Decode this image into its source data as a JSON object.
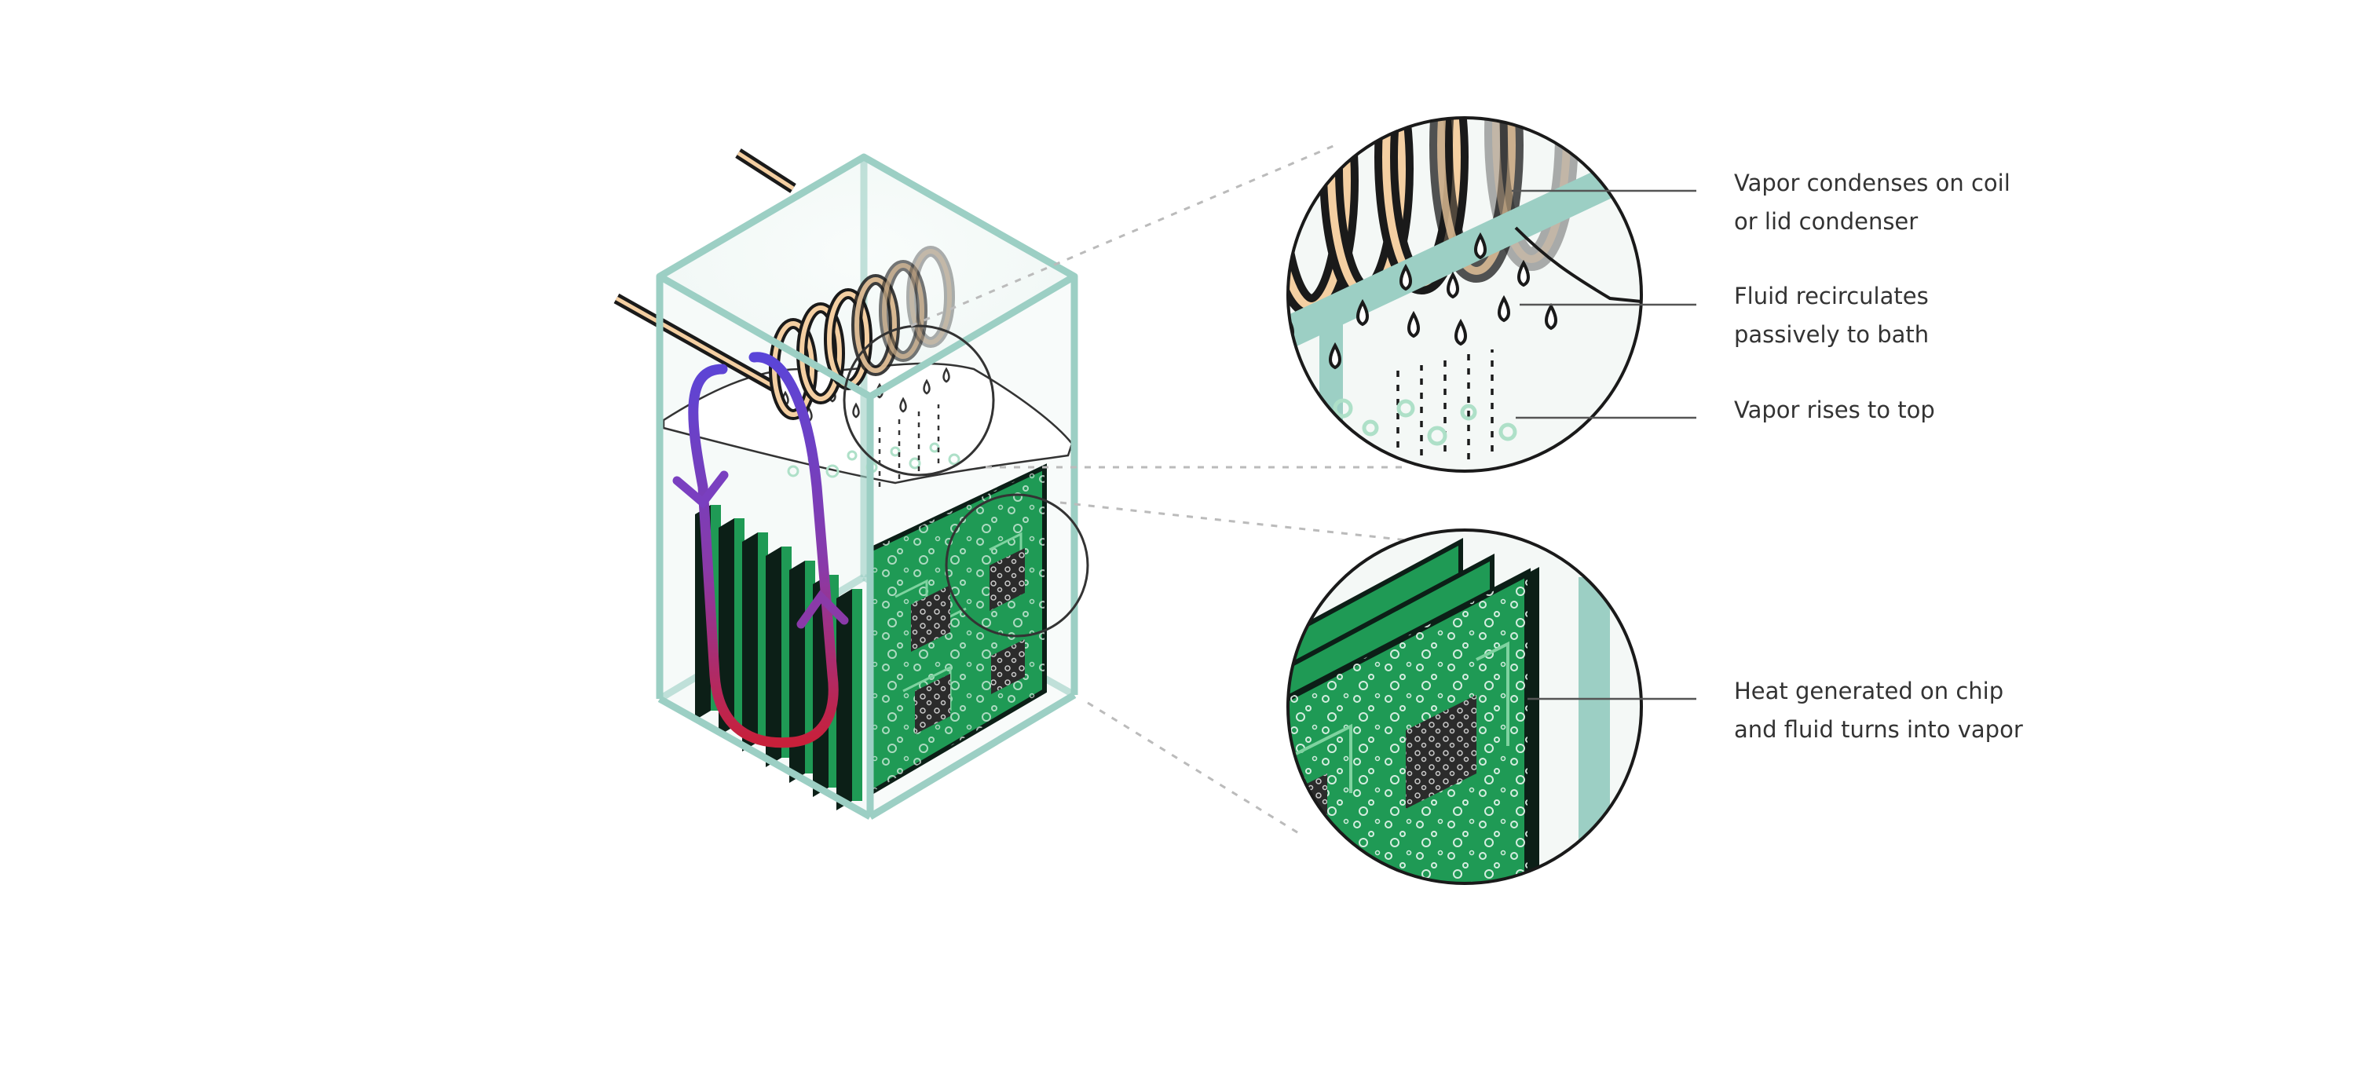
{
  "labels": {
    "vapor_condenses_line1": "Vapor condenses on coil",
    "vapor_condenses_line2": "or lid condenser",
    "fluid_recirculates_line1": "Fluid recirculates",
    "fluid_recirculates_line2": "passively to bath",
    "vapor_rises": "Vapor rises to top",
    "heat_generated_line1": "Heat generated on chip",
    "heat_generated_line2": "and fluid turns into vapor"
  },
  "colors": {
    "tank_edge": "#9ccfc4",
    "pcb_green": "#1f9a55",
    "pcb_dark": "#0c1f17",
    "coil_copper": "#f4cfa2",
    "coil_dark": "#1a1a1a",
    "flow_down": "#5a45d8",
    "flow_up": "#c8203a",
    "callout_line": "#555555",
    "text": "#333333"
  }
}
